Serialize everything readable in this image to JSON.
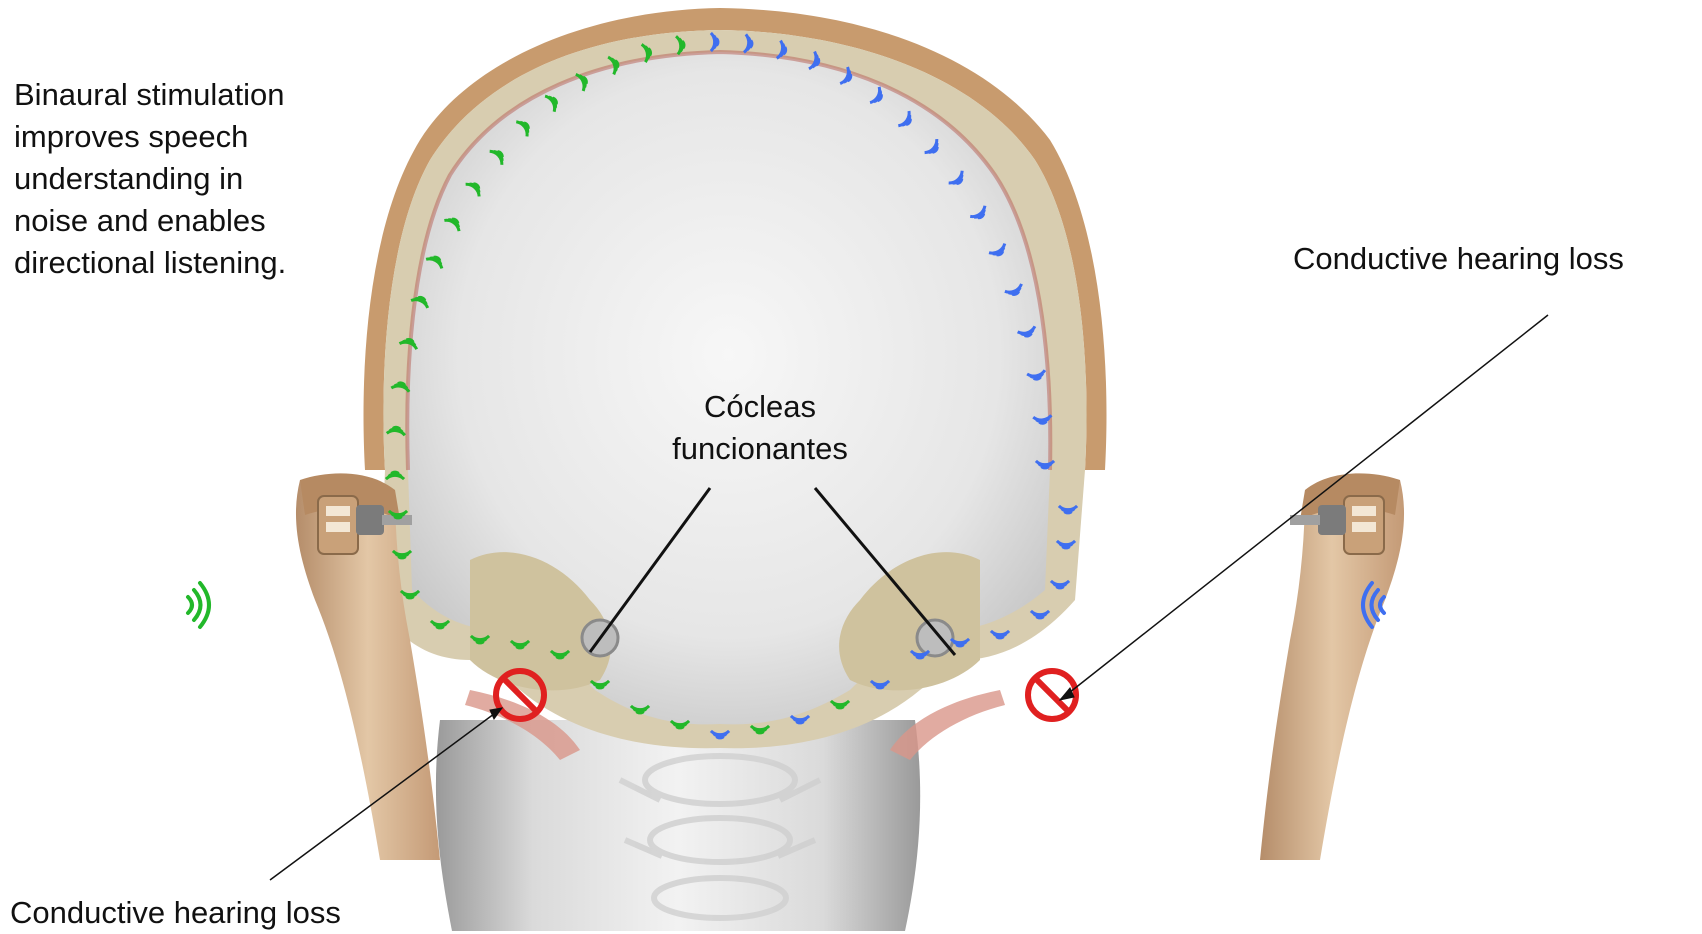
{
  "description": {
    "lines": [
      "Binaural stimulation",
      "improves speech",
      "understanding in",
      "noise and enables",
      "directional listening."
    ]
  },
  "labels": {
    "cochleae": [
      "Cócleas",
      "funcionantes"
    ],
    "conductive_loss_right": "Conductive hearing loss",
    "conductive_loss_left": "Conductive hearing loss"
  },
  "colors": {
    "left_signal": "#22b82a",
    "right_signal": "#3f6ff0",
    "block_symbol": "#e02020",
    "bone": "#d9cfb0",
    "scalp": "#c9a070",
    "brain_area": "#e3e3e3"
  },
  "icons": {
    "left_signal": "sound-waves-right-icon",
    "right_signal": "sound-waves-left-icon",
    "block": "prohibited-icon",
    "implant": "bone-conduction-implant-icon"
  }
}
